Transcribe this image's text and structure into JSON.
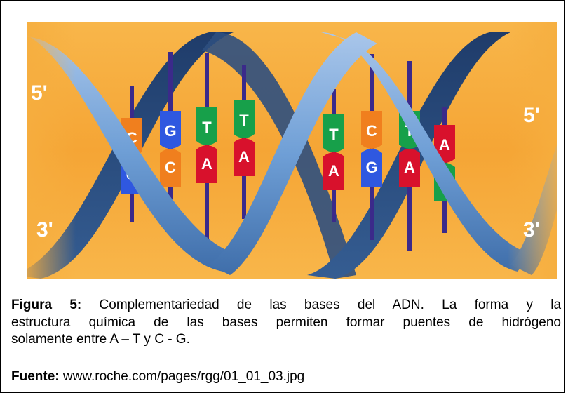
{
  "figure": {
    "strand_labels": {
      "top_left": "5'",
      "bottom_left": "3'",
      "top_right": "5'",
      "bottom_right": "3'"
    },
    "base_pairs": [
      {
        "top": "C",
        "bottom": "G",
        "top_color": "#f07f1e",
        "bottom_color": "#2f58e0"
      },
      {
        "top": "G",
        "bottom": "C",
        "top_color": "#2f58e0",
        "bottom_color": "#f07f1e"
      },
      {
        "top": "T",
        "bottom": "A",
        "top_color": "#17a04a",
        "bottom_color": "#d8112c"
      },
      {
        "top": "T",
        "bottom": "A",
        "top_color": "#17a04a",
        "bottom_color": "#d8112c"
      },
      {
        "top": "T",
        "bottom": "A",
        "top_color": "#17a04a",
        "bottom_color": "#d8112c"
      },
      {
        "top": "C",
        "bottom": "G",
        "top_color": "#f07f1e",
        "bottom_color": "#2f58e0"
      },
      {
        "top": "T",
        "bottom": "A",
        "top_color": "#17a04a",
        "bottom_color": "#d8112c"
      },
      {
        "top": "A",
        "bottom": "T",
        "top_color": "#d8112c",
        "bottom_color": "#17a04a"
      }
    ],
    "colors": {
      "background": "#f6ae3f",
      "backbone": "#5e8fc9",
      "rod": "#3b2a8a"
    }
  },
  "caption": {
    "label": "Figura 5:",
    "line1": "Complementariedad de las bases del ADN. La forma y la",
    "line2": "estructura química de las bases permiten formar puentes de hidrógeno",
    "line3": "solamente entre A – T y C - G."
  },
  "source": {
    "label": "Fuente:",
    "text": "www.roche.com/pages/rgg/01_01_03.jpg"
  }
}
